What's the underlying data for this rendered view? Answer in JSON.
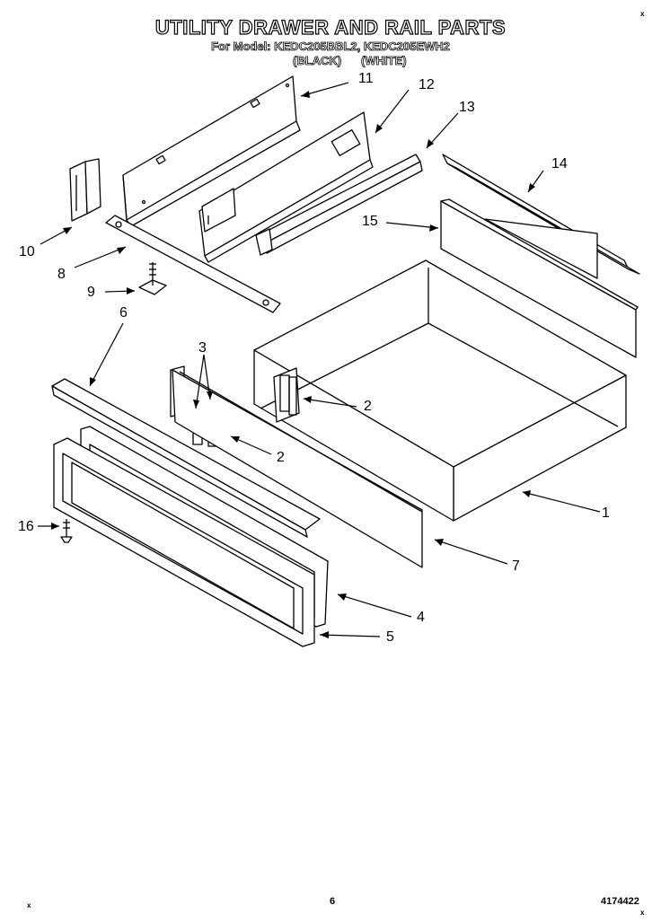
{
  "header": {
    "title": "UTILITY DRAWER AND RAIL PARTS",
    "models": "For Model: KEDC205BBL2, KEDC205EWH2",
    "color_black": "(BLACK)",
    "color_white": "(WHITE)"
  },
  "callouts": [
    "1",
    "2",
    "2",
    "3",
    "4",
    "5",
    "6",
    "7",
    "8",
    "9",
    "10",
    "11",
    "12",
    "13",
    "14",
    "15",
    "16"
  ],
  "footer": {
    "page_number": "6",
    "part_number": "4174422",
    "corner_mark": "x"
  }
}
